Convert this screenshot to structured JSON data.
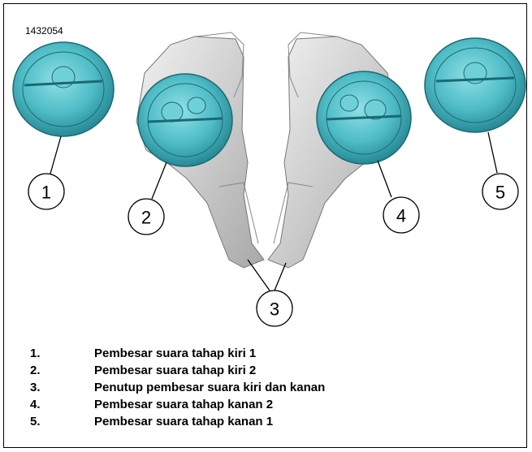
{
  "figure": {
    "id": "1432054"
  },
  "callouts": [
    {
      "number": "1"
    },
    {
      "number": "2"
    },
    {
      "number": "3"
    },
    {
      "number": "4"
    },
    {
      "number": "5"
    }
  ],
  "legend": {
    "items": [
      {
        "number": "1.",
        "label": "Pembesar suara tahap kiri 1"
      },
      {
        "number": "2.",
        "label": "Pembesar suara tahap kiri 2"
      },
      {
        "number": "3.",
        "label": "Penutup pembesar suara kiri dan kanan"
      },
      {
        "number": "4.",
        "label": "Pembesar suara tahap kanan 2"
      },
      {
        "number": "5.",
        "label": "Pembesar suara tahap kanan 1"
      }
    ]
  },
  "colors": {
    "speaker": "#4fbcc6",
    "speaker_dark": "#1f7f8a",
    "housing": "#d9d9d9",
    "housing_dark": "#9a9a9a",
    "line": "#000000"
  }
}
